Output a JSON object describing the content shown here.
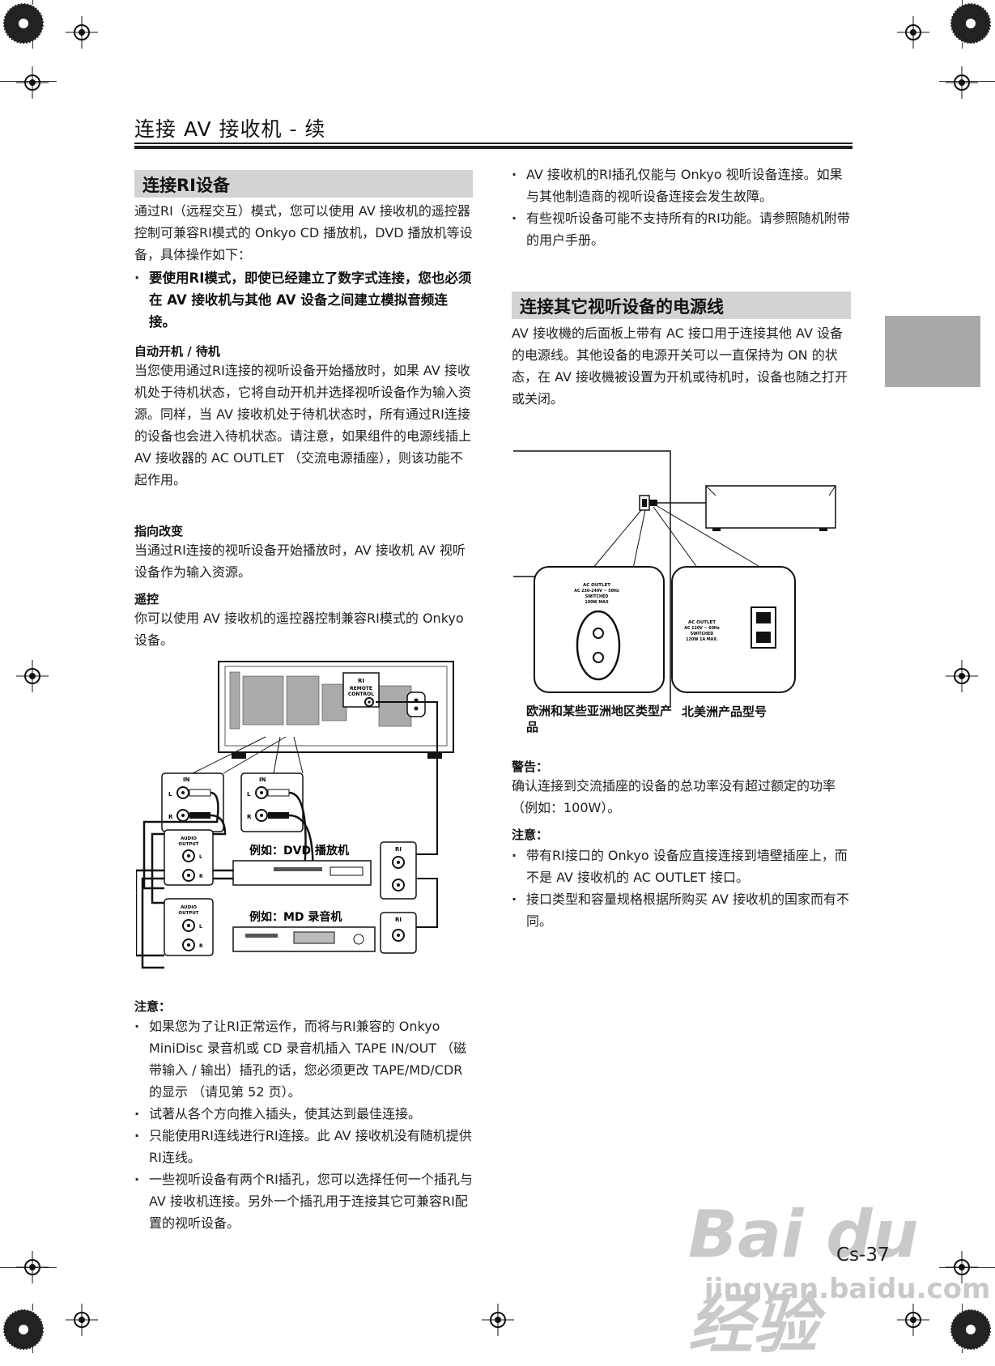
{
  "header": {
    "title": "连接 AV 接收机 - 续"
  },
  "left": {
    "section_title": "连接RI设备",
    "intro": "通过RI（远程交互）模式，您可以使用 AV 接收机的遥控器控制可兼容RI模式的 Onkyo CD 播放机，DVD 播放机等设备，具体操作如下：",
    "bold_note": "要使用RI模式，即使已经建立了数字式连接，您也必须在 AV 接收机与其他 AV 设备之间建立模拟音频连接。",
    "auto_power_heading": "自动开机 / 待机",
    "auto_power_text": "当您使用通过RI连接的视听设备开始播放时，如果 AV 接收机处于待机状态，它将自动开机并选择视听设备作为输入资源。同样，当 AV 接收机处于待机状态时，所有通过RI连接的设备也会进入待机状态。请注意，如果组件的电源线插上 AV 接收器的 AC OUTLET （交流电源插座），则该功能不起作用。",
    "direct_change_heading": "指向改变",
    "direct_change_text": "当通过RI连接的视听设备开始播放时，AV 接收机 AV 视听设备作为输入资源。",
    "remote_heading": "遥控",
    "remote_text": "你可以使用 AV 接收机的遥控器控制兼容RI模式的 Onkyo 设备。",
    "diagram": {
      "remote_control_label": "REMOTE\nCONTROL",
      "ri_label": "RI",
      "in_label": "IN",
      "l": "L",
      "r": "R",
      "audio_output": "AUDIO\nOUTPUT",
      "dvd_caption": "例如：DVD 播放机",
      "md_caption": "例如：MD 录音机"
    },
    "notes_heading": "注意：",
    "notes": [
      "如果您为了让RI正常运作，而将与RI兼容的 Onkyo MiniDisc 录音机或 CD 录音机插入 TAPE IN/OUT （磁带输入 / 输出）插孔的话，您必须更改 TAPE/MD/CDR 的显示 （请见第 52 页）。",
      "试著从各个方向推入插头，使其达到最佳连接。",
      "只能使用RI连线进行RI连接。此 AV 接收机没有随机提供RI连线。",
      "一些视听设备有两个RI插孔，您可以选择任何一个插孔与 AV 接收机连接。另外一个插孔用于连接其它可兼容RI配置的视听设备。"
    ]
  },
  "right": {
    "top_bullets": [
      "AV 接收机的RI插孔仅能与 Onkyo 视听设备连接。如果与其他制造商的视听设备连接会发生故障。",
      "有些视听设备可能不支持所有的RI功能。请参照随机附带的用户手册。"
    ],
    "section_title": "连接其它视听设备的电源线",
    "section_text": "AV 接收機的后面板上带有 AC 接口用于连接其他 AV 设备的电源线。其他设备的电源开关可以一直保持为 ON 的状态，在 AV 接收機被设置为开机或待机时，设备也随之打开或关闭。",
    "diagram": {
      "outlet_eu_label": "AC OUTLET\nAC 230-240V ~ 50Hz\nSWITCHED\n100W MAX",
      "outlet_na_label": "AC OUTLET\nAC 120V ~ 60Hz\nSWITCHED\n120W 1A MAX.",
      "caption_eu": "欧洲和某些亚洲地区类型产品",
      "caption_na": "北美洲产品型号"
    },
    "warning_heading": "警告：",
    "warning_text": "确认连接到交流插座的设备的总功率没有超过额定的功率 （例如：100W）。",
    "notes_heading": "注意：",
    "notes": [
      "带有RI接口的 Onkyo 设备应直接连接到墙壁插座上，而不是 AV 接收机的 AC OUTLET 接口。",
      "接口类型和容量规格根据所购买 AV 接收机的国家而有不同。"
    ]
  },
  "footer": {
    "page_number": "Cs-37",
    "watermark_main": "Bai du 经验",
    "watermark_url": "jingyan.baidu.com"
  }
}
